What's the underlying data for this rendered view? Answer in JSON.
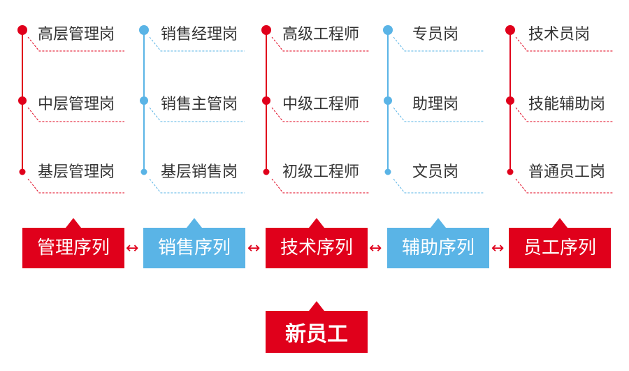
{
  "colors": {
    "red": "#e0001b",
    "blue": "#5ab4e6",
    "text": "#333333"
  },
  "columns": [
    {
      "color": "red",
      "positions": [
        "高层管理岗",
        "中层管理岗",
        "基层管理岗"
      ],
      "sequence": "管理序列"
    },
    {
      "color": "blue",
      "positions": [
        "销售经理岗",
        "销售主管岗",
        "基层销售岗"
      ],
      "sequence": "销售序列"
    },
    {
      "color": "red",
      "positions": [
        "高级工程师",
        "中级工程师",
        "初级工程师"
      ],
      "sequence": "技术序列"
    },
    {
      "color": "blue",
      "positions": [
        "专员岗",
        "助理岗",
        "文员岗"
      ],
      "sequence": "辅助序列"
    },
    {
      "color": "red",
      "positions": [
        "技术员岗",
        "技能辅助岗",
        "普通员工岗"
      ],
      "sequence": "员工序列"
    }
  ],
  "arrow_glyph": "↔",
  "root": "新员工"
}
